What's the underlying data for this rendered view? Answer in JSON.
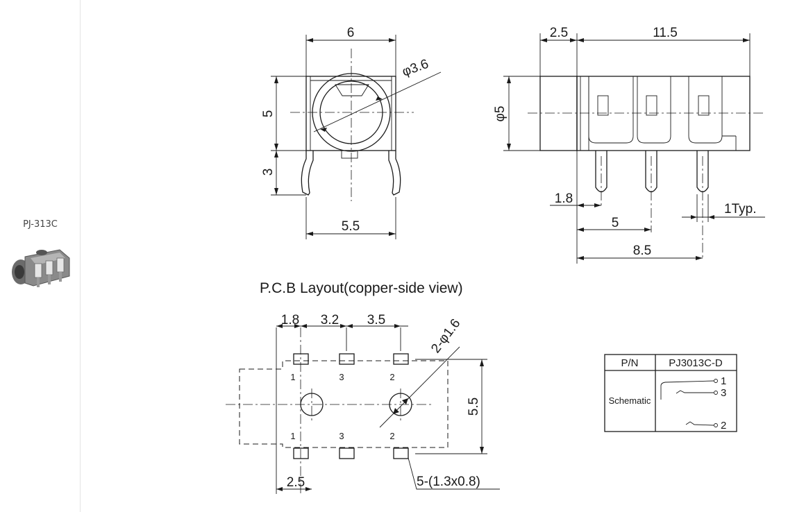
{
  "sidebar": {
    "product_label": "PJ-313C"
  },
  "front_view": {
    "width": "6",
    "height": "5",
    "pin_length": "3",
    "pin_spacing": "5.5",
    "hole_diameter": "φ3.6"
  },
  "side_view": {
    "barrel_length": "2.5",
    "body_length": "11.5",
    "diameter": "φ5",
    "first_pin_offset": "1.8",
    "pin_pitch": "5",
    "last_pin_offset": "8.5",
    "pin_width": "1Typ."
  },
  "pcb": {
    "title": "P.C.B Layout(copper-side  view)",
    "pitch_1": "1.8",
    "pitch_2": "3.2",
    "pitch_3": "3.5",
    "hole_callout": "2-φ1.6",
    "row_spacing": "5.5",
    "bottom_offset": "2.5",
    "pad_callout": "5-(1.3x0.8)",
    "top_pads": [
      "1",
      "3",
      "2"
    ],
    "bottom_pads": [
      "1",
      "3",
      "2"
    ]
  },
  "pin_table": {
    "header_pn": "P/N",
    "header_part": "PJ3013C-D",
    "schematic_label": "Schematic",
    "pins": [
      "1",
      "3",
      "2"
    ]
  }
}
